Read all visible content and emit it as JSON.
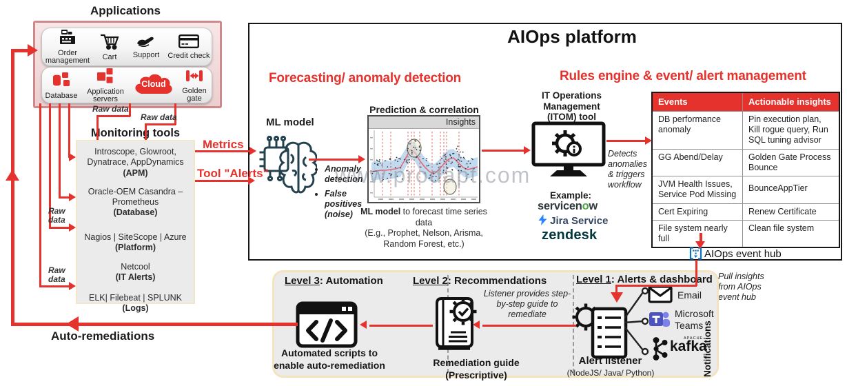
{
  "colors": {
    "accent_red": "#e5322d",
    "panel_gray": "#ebebeb",
    "table_header_red": "#e5322d",
    "event_hub_blue": "#0d6fbe",
    "teams_purple": "#4B53BC",
    "jira_blue": "#2684ff",
    "zendesk_teal": "#03363d",
    "servicenow_green": "#49a942"
  },
  "watermark": "www.prodapt.com",
  "applications": {
    "title": "Applications",
    "row1": [
      {
        "label": "Order management"
      },
      {
        "label": "Cart"
      },
      {
        "label": "Support"
      },
      {
        "label": "Credit check"
      }
    ],
    "row2": [
      {
        "label": "Database"
      },
      {
        "label": "Application servers"
      },
      {
        "label": "Cloud"
      },
      {
        "label": "Golden gate"
      }
    ]
  },
  "monitoring": {
    "title": "Monitoring tools",
    "groups": [
      {
        "text": "Introscope, Glowroot, Dynatrace, AppDynamics",
        "category": "(APM)"
      },
      {
        "text": "Oracle-OEM Casandra – Prometheus",
        "category": "(Database)"
      },
      {
        "text": "Nagios | SiteScope | Azure",
        "category": "(Platform)"
      },
      {
        "text": "Netcool",
        "category": "(IT Alerts)"
      },
      {
        "text": "ELK| Filebeat | SPLUNK",
        "category": "(Logs)"
      }
    ]
  },
  "flow_labels": {
    "raw_data_top1": "Raw data",
    "raw_data_top2": "Raw data",
    "raw_data_left1": "Raw data",
    "raw_data_left2": "Raw data",
    "metrics": "Metrics",
    "tool_alerts": "Tool \"Alerts\"",
    "auto_remediations": "Auto-remediations"
  },
  "platform": {
    "title": "AIOps platform",
    "forecasting_heading": "Forecasting/ anomaly detection",
    "rules_heading": "Rules engine & event/ alert management"
  },
  "ml_model": {
    "title": "ML model",
    "bullets": [
      "Anomaly detection",
      "False positives (noise)"
    ]
  },
  "prediction": {
    "title": "Prediction & correlation",
    "insights_label": "Insights",
    "caption_bold": "ML model",
    "caption_text": " to forecast time series data",
    "caption_examples": "(E.g., Prophet, Nelson, Arisma, Random Forest, etc.)"
  },
  "itom": {
    "title_line1": "IT Operations",
    "title_line2": "Management",
    "title_line3": "(ITOM) tool",
    "note": "Detects anomalies & triggers workflow",
    "example_label": "Example:",
    "servicenow_pre": "servicen",
    "servicenow_o": "o",
    "servicenow_post": "w",
    "jira_label": "Jira Service",
    "zendesk_label": "zendesk"
  },
  "events_table": {
    "headers": [
      "Events",
      "Actionable insights"
    ],
    "rows": [
      [
        "DB performance anomaly",
        "Pin execution plan, Kill rogue query, Run SQL tuning advisor"
      ],
      [
        "GG Abend/Delay",
        "Golden Gate Process Bounce"
      ],
      [
        "JVM Health Issues, Service Pod Missing",
        "BounceAppTier"
      ],
      [
        "Cert Expiring",
        "Renew Certificate"
      ],
      [
        "File system nearly full",
        "Clean file system"
      ]
    ]
  },
  "event_hub": {
    "label": "AIOps event hub",
    "pull_note": "Pull insights from AIOps event hub"
  },
  "levels": {
    "level3": {
      "num": "Level 3",
      "rest": ": Automation",
      "caption": "Automated scripts to enable auto-remediation"
    },
    "level2": {
      "num": "Level 2",
      "rest": ": Recommendations",
      "note": "Listener provides step-by-step guide to remediate",
      "caption1": "Remediation guide",
      "caption2": "(Prescriptive)"
    },
    "level1": {
      "num": "Level 1",
      "rest": ": Alerts & dashboard",
      "caption": "Alert listener",
      "caption_sub": "(NodeJS/ Java/ Python)",
      "notifications": "Notifications",
      "channels": [
        {
          "label": "Email"
        },
        {
          "label": "Microsoft Teams"
        },
        {
          "label": "kafka",
          "small": "APACHE"
        }
      ]
    }
  },
  "icons": {
    "order-management-icon": "cash-register",
    "cart-icon": "shopping-cart",
    "support-icon": "helping-hand",
    "credit-check-icon": "credit-card",
    "database-icon": "database-cluster",
    "app-servers-icon": "server-blocks",
    "cloud-icon": "cloud",
    "golden-gate-icon": "replication-link",
    "ml-model-icon": "chip-brain",
    "itom-icon": "monitor-gear",
    "event-hub-icon": "azure-event-hub",
    "code-icon": "code-window",
    "book-gear-icon": "remediation-guide",
    "alert-listener-icon": "gear-document",
    "email-icon": "envelope",
    "teams-icon": "microsoft-teams",
    "kafka-icon": "apache-kafka"
  }
}
